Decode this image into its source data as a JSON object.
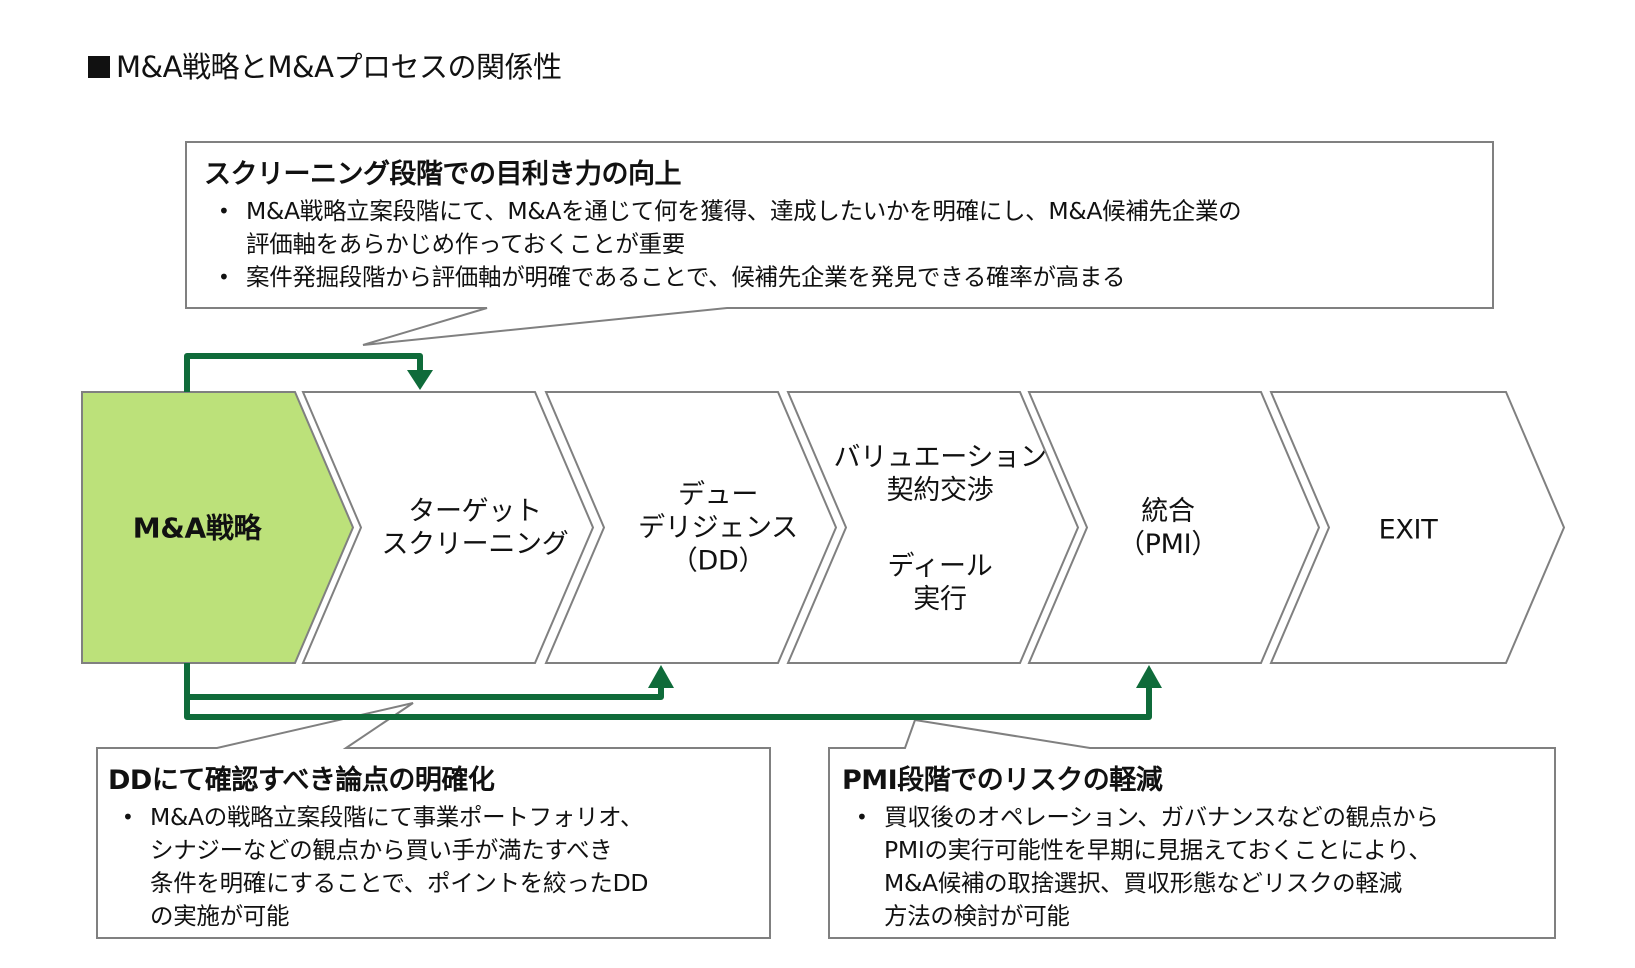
{
  "title": "M&A戦略とM&Aプロセスの関係性",
  "title_marker_icon": "black-square-icon",
  "colors": {
    "strategy_fill": "#bce17a",
    "arrow_green": "#0f6b3a",
    "outline_gray": "#808080",
    "text": "#111111"
  },
  "process_steps": [
    {
      "id": "strategy",
      "label": "M&A戦略",
      "highlighted": true
    },
    {
      "id": "screening",
      "label": "ターゲット\nスクリーニング",
      "highlighted": false
    },
    {
      "id": "dd",
      "label": "デュー\nデリジェンス\n（DD）",
      "highlighted": false
    },
    {
      "id": "valuation",
      "label": "バリュエーション\n契約交渉",
      "label2": "ディール\n実行",
      "highlighted": false
    },
    {
      "id": "pmi",
      "label": "統合\n（PMI）",
      "highlighted": false
    },
    {
      "id": "exit",
      "label": "EXIT",
      "highlighted": false
    }
  ],
  "connectors": [
    {
      "from": "strategy",
      "to": "screening",
      "direction": "down"
    },
    {
      "from": "strategy",
      "to": "dd",
      "direction": "up"
    },
    {
      "from": "strategy",
      "to": "pmi",
      "direction": "up"
    }
  ],
  "callouts": {
    "screening": {
      "heading": "スクリーニング段階での目利き力の向上",
      "bullets": [
        "M&A戦略立案段階にて、M&Aを通じて何を獲得、達成したいかを明確にし、M&A候補先企業の\n評価軸をあらかじめ作っておくことが重要",
        "案件発掘段階から評価軸が明確であることで、候補先企業を発見できる確率が高まる"
      ]
    },
    "dd": {
      "heading": "DDにて確認すべき論点の明確化",
      "bullets": [
        "M&Aの戦略立案段階にて事業ポートフォリオ、\nシナジーなどの観点から買い手が満たすべき\n条件を明確にすることで、ポイントを絞ったDD\nの実施が可能"
      ]
    },
    "pmi": {
      "heading": "PMI段階でのリスクの軽減",
      "bullets": [
        "買収後のオペレーション、ガバナンスなどの観点から\nPMIの実行可能性を早期に見据えておくことにより、\nM&A候補の取捨選択、買収形態などリスクの軽減\n方法の検討が可能"
      ]
    }
  }
}
